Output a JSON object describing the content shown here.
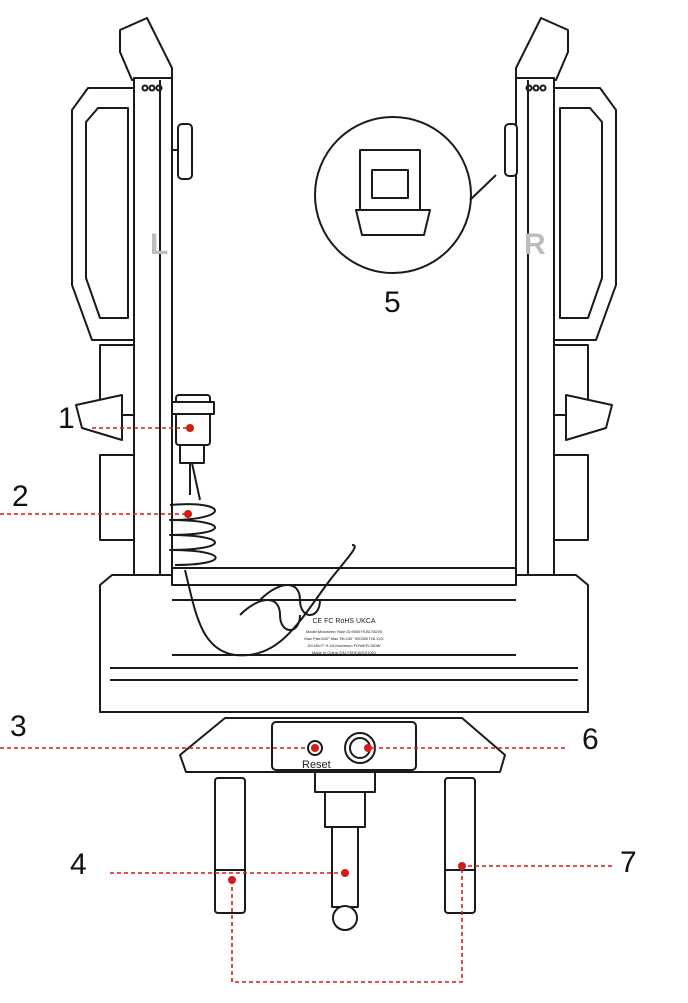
{
  "labels": {
    "side_left": "L",
    "side_right": "R",
    "reset": "Reset"
  },
  "callouts": [
    {
      "id": "1",
      "number": "1"
    },
    {
      "id": "2",
      "number": "2"
    },
    {
      "id": "3",
      "number": "3"
    },
    {
      "id": "4",
      "number": "4"
    },
    {
      "id": "5",
      "number": "5"
    },
    {
      "id": "6",
      "number": "6"
    },
    {
      "id": "7",
      "number": "7"
    }
  ],
  "rating_label": {
    "certifications": "CE FC RoHS UKCA",
    "lines": [
      "Model:Motorized Yoke  ID:900079-BLT8200",
      "Max Pan:540°  Max Tilt:240°  900300728.1XX",
      "DC48V/7~9.2A  Maximum POWER:150W",
      "Made In China  S/N:YSHCA0101001"
    ]
  },
  "colors": {
    "leader": "#d21c1c",
    "line": "#1a1a1a",
    "accent_gray": "#bdbdbd"
  }
}
